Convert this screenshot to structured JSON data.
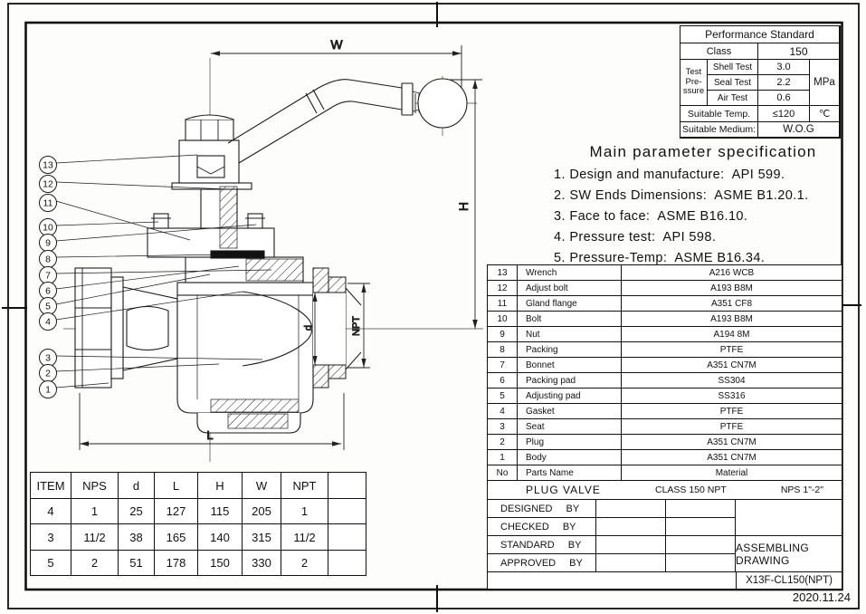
{
  "performance": {
    "title": "Performance Standard",
    "class_label": "Class",
    "class_value": "150",
    "pressure_label": "Test\nPre-\nssure",
    "rows": [
      {
        "label": "Shell Test",
        "value": "3.0"
      },
      {
        "label": "Seal Test",
        "value": "2.2"
      },
      {
        "label": "Air Test",
        "value": "0.6"
      }
    ],
    "unit": "MPa",
    "temp_label": "Suitable Temp.",
    "temp_value": "≤120",
    "temp_unit": "℃",
    "medium_label": "Suitable Medium:",
    "medium_value": "W.O.G"
  },
  "spec": {
    "title": "Main parameter specification",
    "items": [
      "1. Design and manufacture:  API 599.",
      "2. SW Ends Dimensions:  ASME B1.20.1.",
      "3. Face to face:  ASME B16.10.",
      "4. Pressure test:  API 598.",
      "5. Pressure-Temp:  ASME B16.34."
    ]
  },
  "parts": {
    "rows": [
      {
        "no": "13",
        "name": "Wrench",
        "material": "A216 WCB"
      },
      {
        "no": "12",
        "name": "Adjust bolt",
        "material": "A193 B8M"
      },
      {
        "no": "11",
        "name": "Gland flange",
        "material": "A351 CF8"
      },
      {
        "no": "10",
        "name": "Bolt",
        "material": "A193 B8M"
      },
      {
        "no": "9",
        "name": "Nut",
        "material": "A194 8M"
      },
      {
        "no": "8",
        "name": "Packing",
        "material": "PTFE"
      },
      {
        "no": "7",
        "name": "Bonnet",
        "material": "A351 CN7M"
      },
      {
        "no": "6",
        "name": "Packing pad",
        "material": "SS304"
      },
      {
        "no": "5",
        "name": "Adjusting pad",
        "material": "SS316"
      },
      {
        "no": "4",
        "name": "Gasket",
        "material": "PTFE"
      },
      {
        "no": "3",
        "name": "Seat",
        "material": "PTFE"
      },
      {
        "no": "2",
        "name": "Plug",
        "material": "A351 CN7M"
      },
      {
        "no": "1",
        "name": "Body",
        "material": "A351 CN7M"
      },
      {
        "no": "No",
        "name": "Parts Name",
        "material": "Material"
      }
    ]
  },
  "title_block": {
    "product": "PLUG VALVE",
    "class": "CLASS 150 NPT",
    "nps": "NPS 1\"-2\"",
    "sign_rows": [
      "DESIGNED BY",
      "CHECKED BY",
      "STANDARD BY",
      "APPROVED BY"
    ],
    "drawing_name": "ASSEMBLING DRAWING",
    "drawing_no": "X13F-CL150(NPT)"
  },
  "dim_table": {
    "headers": [
      "ITEM",
      "NPS",
      "d",
      "L",
      "H",
      "W",
      "NPT",
      ""
    ],
    "rows": [
      [
        "4",
        "1",
        "25",
        "127",
        "115",
        "205",
        "1",
        ""
      ],
      [
        "3",
        "11/2",
        "38",
        "165",
        "140",
        "315",
        "11/2",
        ""
      ],
      [
        "5",
        "2",
        "51",
        "178",
        "150",
        "330",
        "2",
        ""
      ]
    ]
  },
  "drawing": {
    "dims": {
      "width": "W",
      "height": "H",
      "length": "L",
      "thread": "NPT",
      "bore": "d"
    },
    "balloons": [
      "13",
      "12",
      "11",
      "10",
      "9",
      "8",
      "7",
      "6",
      "5",
      "4",
      "3",
      "2",
      "1"
    ],
    "date": "2020.11.24"
  }
}
